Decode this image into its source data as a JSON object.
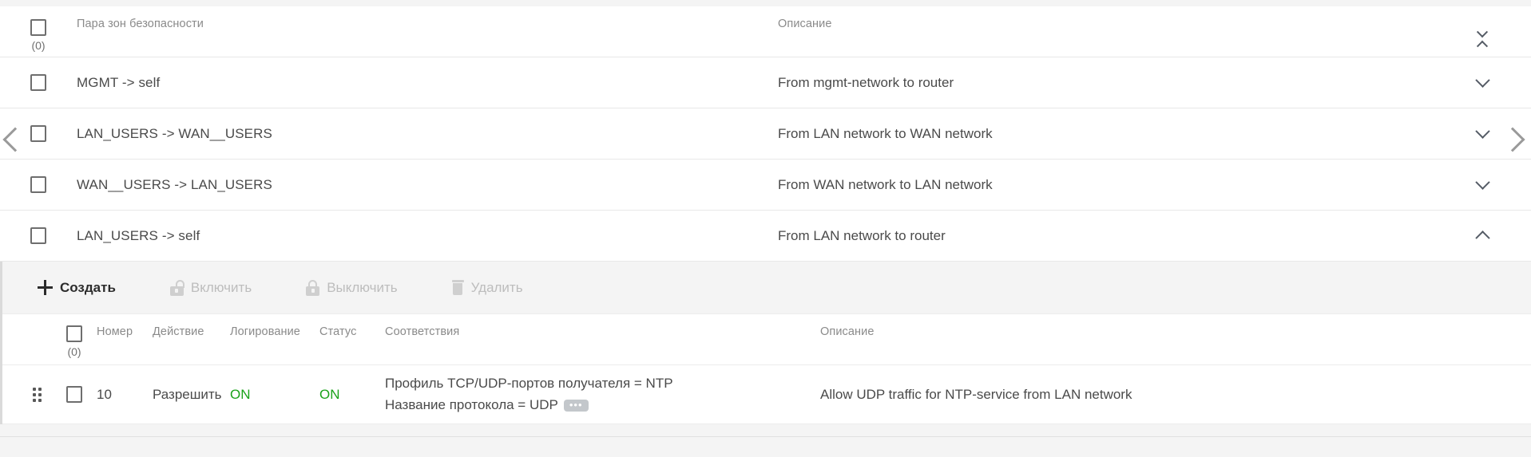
{
  "zone_table": {
    "columns": {
      "pair": "Пара зон безопасности",
      "description": "Описание"
    },
    "select_all_count": "(0)",
    "collapse_all_icon": "chevron-up-down-icon",
    "nav_prev_icon": "chevron-left-icon",
    "nav_next_icon": "chevron-right-icon",
    "rows": [
      {
        "pair": "MGMT -> self",
        "description": "From mgmt-network to router",
        "expanded": false,
        "toggle_icon": "chevron-down-icon"
      },
      {
        "pair": "LAN_USERS -> WAN__USERS",
        "description": "From LAN network to WAN network",
        "expanded": false,
        "toggle_icon": "chevron-down-icon"
      },
      {
        "pair": "WAN__USERS -> LAN_USERS",
        "description": "From WAN network to LAN network",
        "expanded": false,
        "toggle_icon": "chevron-down-icon"
      },
      {
        "pair": "LAN_USERS -> self",
        "description": "From LAN network to router",
        "expanded": true,
        "toggle_icon": "chevron-up-icon"
      }
    ]
  },
  "detail": {
    "toolbar": {
      "create": {
        "label": "Создать",
        "icon": "plus-icon",
        "enabled": true
      },
      "enable": {
        "label": "Включить",
        "icon": "lock-open-icon",
        "enabled": false
      },
      "disable": {
        "label": "Выключить",
        "icon": "lock-closed-icon",
        "enabled": false
      },
      "delete": {
        "label": "Удалить",
        "icon": "trash-icon",
        "enabled": false
      }
    },
    "rules_table": {
      "select_all_count": "(0)",
      "columns": {
        "number": "Номер",
        "action": "Действие",
        "logging": "Логирование",
        "status": "Статус",
        "matches": "Соответствия",
        "description": "Описание"
      },
      "rows": [
        {
          "number": "10",
          "action": "Разрешить",
          "logging": "ON",
          "status": "ON",
          "match_line_1": "Профиль TCP/UDP-портов получателя = NTP",
          "match_line_2": "Название протокола = UDP",
          "match_more_badge": "•••",
          "description": "Allow UDP traffic for NTP-service from LAN network"
        }
      ]
    }
  },
  "colors": {
    "status_on": "#1aa21a",
    "text": "#4a4a4a",
    "muted": "#8a8a8a",
    "toolbar_bg": "#f4f4f4",
    "disabled": "#bdbdbd"
  }
}
